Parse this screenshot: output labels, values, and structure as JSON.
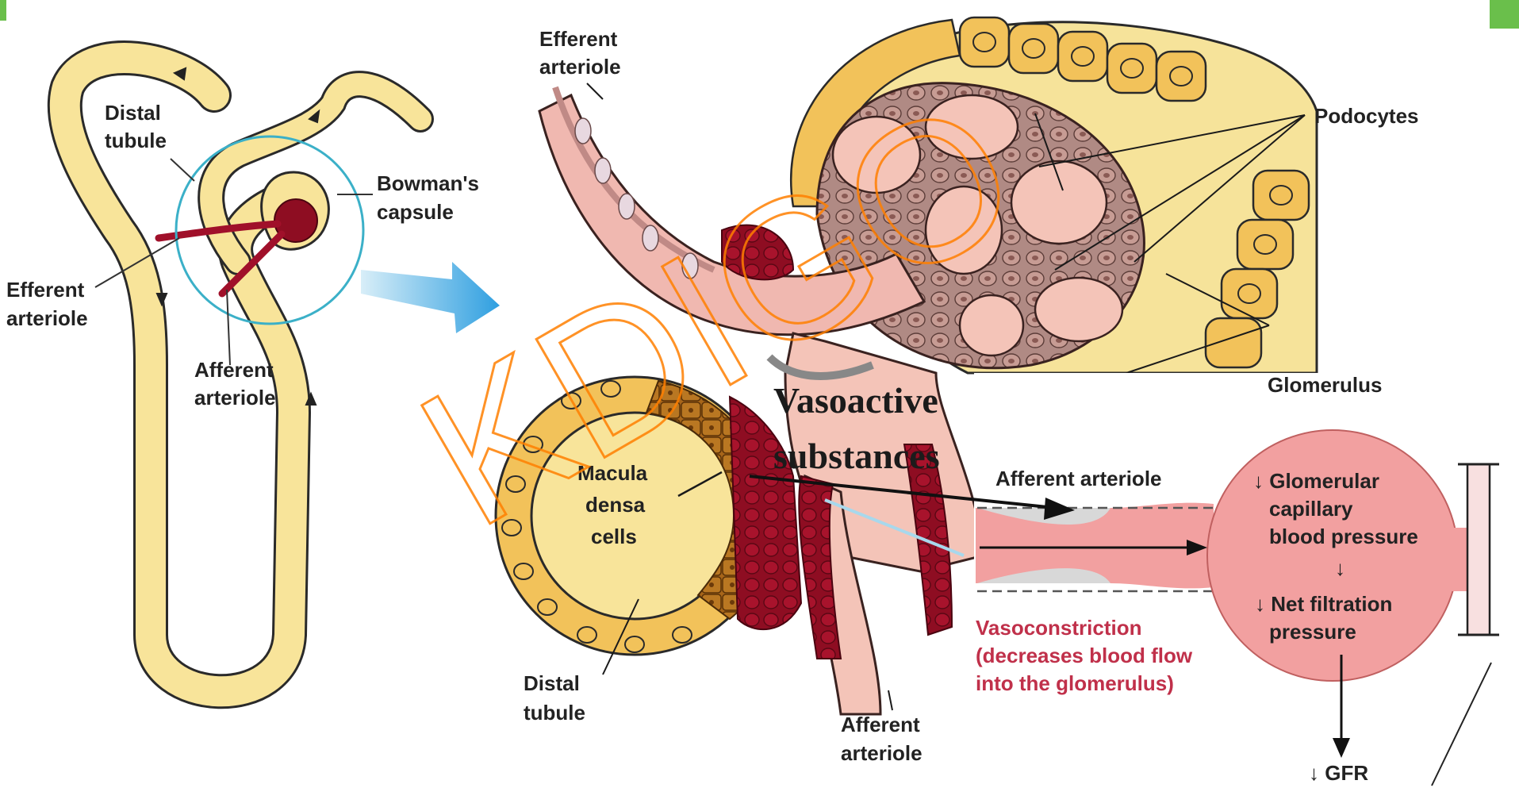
{
  "colors": {
    "tubule_fill": "#f8e49a",
    "tubule_stroke": "#2a2a2a",
    "vessel_red": "#a0102a",
    "capsule_fill": "#f6e39a",
    "cell_yellow": "#f2c25a",
    "cell_pink": "#e8a8a8",
    "brown_cells": "#9a5a12",
    "glomerulus_fill": "#f2a0a0",
    "callout_red": "#c0304a",
    "watermark": "#ff7f00",
    "magnifier_circle": "#3bb0c8",
    "arrow_blue": "#3aa4e0"
  },
  "icons": {
    "corner_markers": "green-square-markers",
    "zoom_arrow": "blue-arrow-right"
  },
  "left_panel": {
    "distal_tubule": [
      "Distal",
      "tubule"
    ],
    "bowmans_capsule": [
      "Bowman's",
      "capsule"
    ],
    "efferent_arteriole": [
      "Efferent",
      "arteriole"
    ],
    "afferent_arteriole": [
      "Afferent",
      "arteriole"
    ]
  },
  "middle_panel": {
    "efferent_arteriole": [
      "Efferent",
      "arteriole"
    ],
    "podocytes": "Podocytes",
    "vasoactive": [
      "Vasoactive",
      "substances"
    ],
    "macula_densa": [
      "Macula",
      "densa",
      "cells"
    ],
    "distal_tubule": [
      "Distal",
      "tubule"
    ],
    "afferent_arteriole": [
      "Afferent",
      "arteriole"
    ]
  },
  "right_panel": {
    "glomerulus": "Glomerulus",
    "afferent_arteriole": "Afferent arteriole",
    "glomerular_pressure": [
      "↓ Glomerular",
      "capillary",
      "blood pressure"
    ],
    "down_arrow": "↓",
    "net_filtration": [
      "↓ Net filtration",
      "pressure"
    ],
    "vasoconstriction": [
      "Vasoconstriction",
      "(decreases blood flow",
      "into the glomerulus)"
    ],
    "gfr": "↓ GFR"
  },
  "watermark": "KDIGO"
}
